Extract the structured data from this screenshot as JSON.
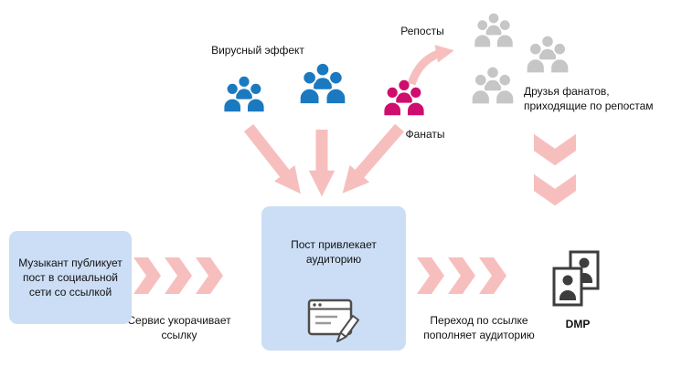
{
  "labels": {
    "viral_effect": "Вирусный эффект",
    "reposts": "Репосты",
    "fans": "Фанаты",
    "fans_friends": "Друзья фанатов,\nприходящие по репостам",
    "musician": "Музыкант публикует пост в социальной сети со ссылкой",
    "service": "Сервис укорачивает ссылку",
    "post_attracts": "Пост привлекает аудиторию",
    "transition": "Переход по ссылке пополняет аудиторию",
    "dmp": "DMP"
  },
  "colors": {
    "box_fill": "#cbdef5",
    "blue": "#1b79c0",
    "pink": "#cf0d6e",
    "gray": "#c6c6c6",
    "arrow": "#f6bfbd",
    "outline": "#4d4d4d"
  }
}
